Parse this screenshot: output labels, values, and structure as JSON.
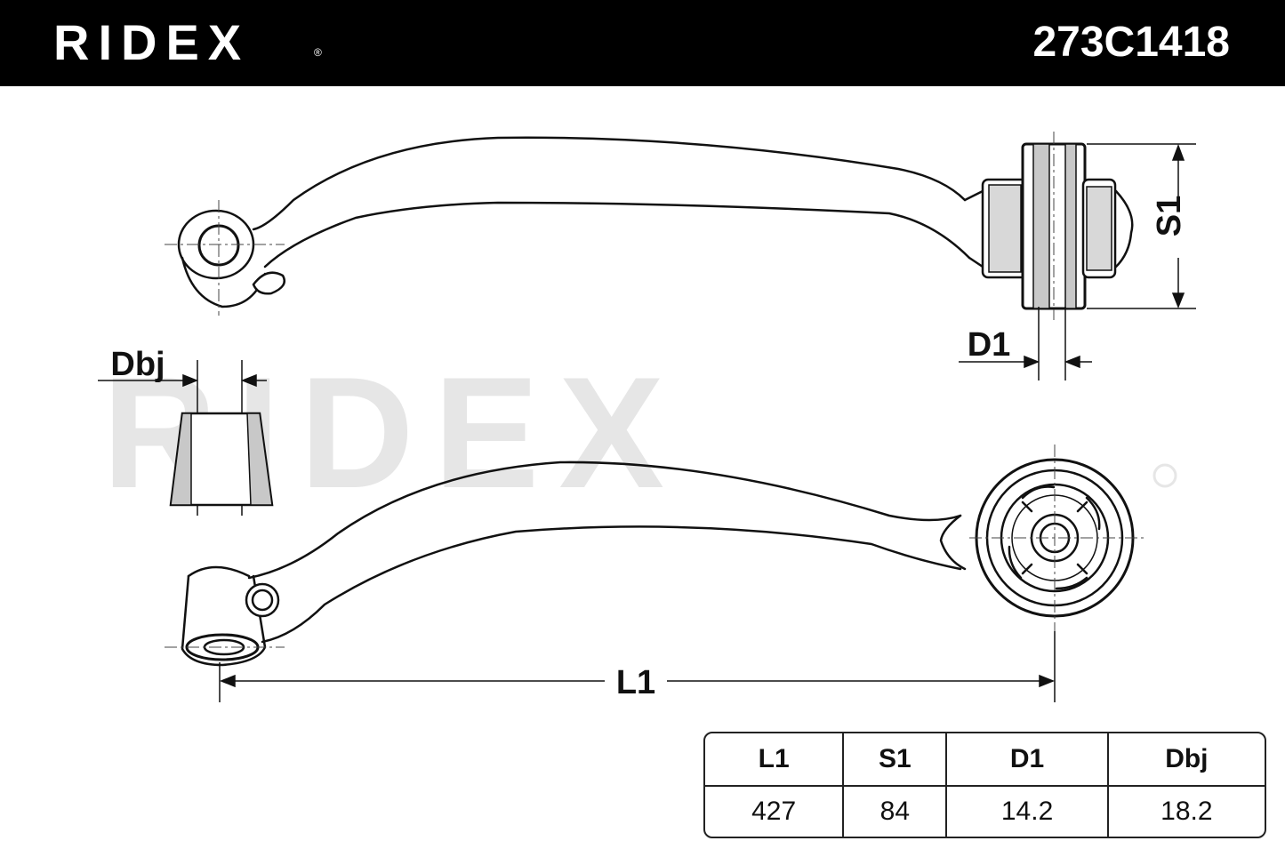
{
  "header": {
    "brand": "RIDEX",
    "part_number": "273C1418"
  },
  "watermark": {
    "text": "RIDEX",
    "color": "#e6e6e6"
  },
  "labels": {
    "s1": "S1",
    "d1": "D1",
    "dbj": "Dbj",
    "l1": "L1"
  },
  "specs": {
    "headers": [
      "L1",
      "S1",
      "D1",
      "Dbj"
    ],
    "values": [
      "427",
      "84",
      "14.2",
      "18.2"
    ]
  },
  "colors": {
    "header_bg": "#000000",
    "line": "#111111",
    "bushing_gray": "#c8c8c8"
  }
}
